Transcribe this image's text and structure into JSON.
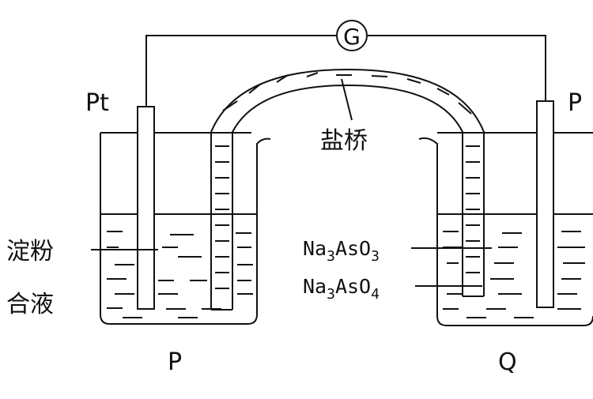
{
  "labels": {
    "galvanometer": "G",
    "electrode_left": "Pt",
    "electrode_right": "P",
    "salt_bridge": "盐桥",
    "solution_left_line1": "淀粉",
    "solution_left_line2": "合液",
    "beaker_left": "P",
    "beaker_right": "Q"
  },
  "chem": {
    "na3aso3": {
      "el1": "Na",
      "n1": "3",
      "el2": "AsO",
      "n2": "3"
    },
    "na3aso4": {
      "el1": "Na",
      "n1": "3",
      "el2": "AsO",
      "n2": "4"
    }
  }
}
